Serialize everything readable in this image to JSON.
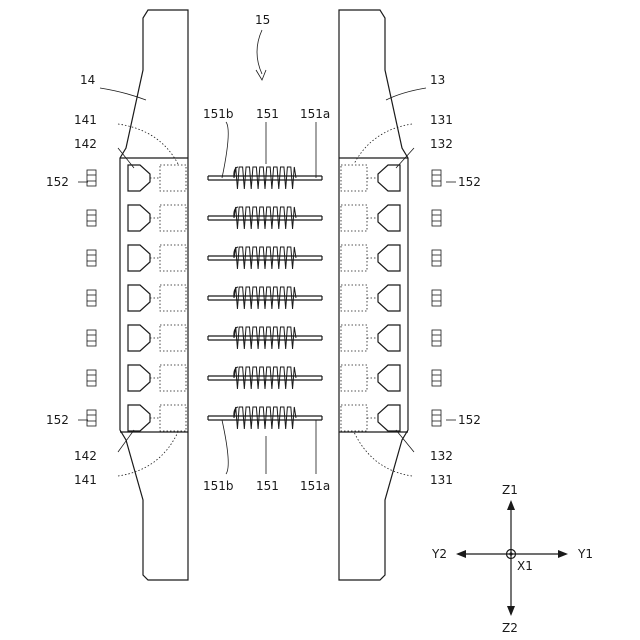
{
  "labels": {
    "assembly": "15",
    "left_body": "14",
    "right_body": "13",
    "left_recess": "141",
    "left_tip": "142",
    "right_recess": "131",
    "right_tip": "132",
    "nut": "152",
    "spring": "151",
    "spring_end_a": "151a",
    "spring_end_b": "151b"
  },
  "axes": {
    "up": "Z1",
    "down": "Z2",
    "left": "Y2",
    "right": "Y1",
    "out": "X1"
  },
  "row_count": 7
}
